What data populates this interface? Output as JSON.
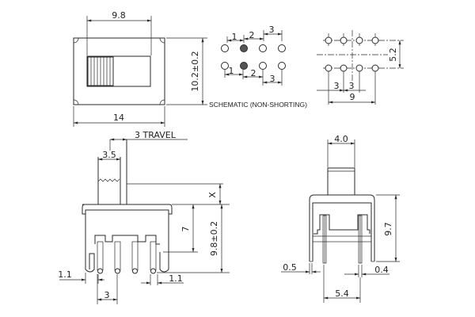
{
  "title": "Slide switch dimensional drawing",
  "views": {
    "top": {
      "dim_lever_width": "9.8",
      "dim_body_width": "14",
      "dim_body_height": "10.2±0.2"
    },
    "schematic": {
      "caption": "SCHEMATIC (NON-SHORTING)",
      "top_labels": [
        "1",
        "2",
        "3"
      ],
      "bottom_labels": [
        "1",
        "2",
        "3"
      ]
    },
    "footprint": {
      "dim_pitch_a": "3",
      "dim_pitch_b": "3",
      "dim_total": "9",
      "dim_row_spacing": "5.2"
    },
    "side": {
      "travel": "3 TRAVEL",
      "dim_actuator_width": "3.5",
      "dim_x": "X",
      "dim_pin_length": "7",
      "dim_body_height": "9.8±0.2",
      "dim_left_offset": "1.1",
      "dim_right_offset": "1.1",
      "dim_pin_pitch": "3"
    },
    "end": {
      "dim_actuator_width": "4.0",
      "dim_body_height": "9.7",
      "dim_tab_thickness": "0.5",
      "dim_pin_thickness": "0.4",
      "dim_pin_spacing": "5.4"
    }
  }
}
